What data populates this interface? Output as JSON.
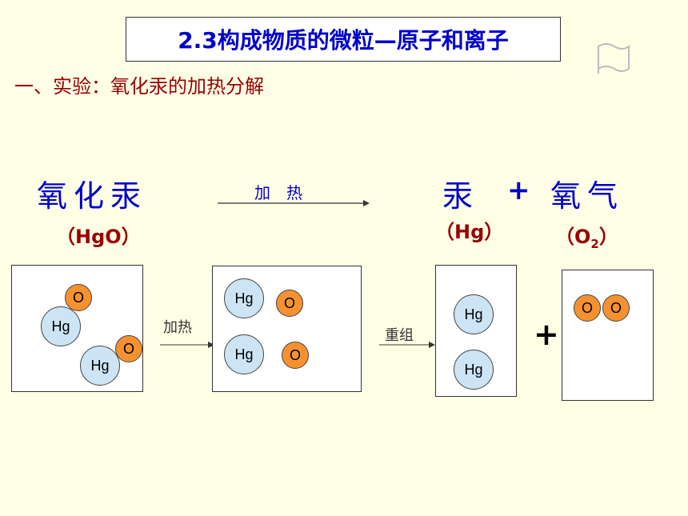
{
  "title": "2.3构成物质的微粒—原子和离子",
  "section_heading": "一、实验：氧化汞的加热分解",
  "equation": {
    "reactant": "氧化汞",
    "reactant_formula": "（HgO）",
    "condition": "加　热",
    "product1": "汞",
    "product1_formula": "（Hg）",
    "plus": "+",
    "product2": "氧气",
    "product2_formula_open": "（O",
    "product2_formula_sub": "2",
    "product2_formula_close": "）"
  },
  "diagram": {
    "step1_label": "加热",
    "step2_label": "重组",
    "plus": "+",
    "hg": "Hg",
    "o": "O"
  },
  "colors": {
    "background": "#ffffe6",
    "title": "#0000cc",
    "heading": "#990000",
    "hg_atom": "#cce4f4",
    "o_atom": "#f5922f"
  }
}
